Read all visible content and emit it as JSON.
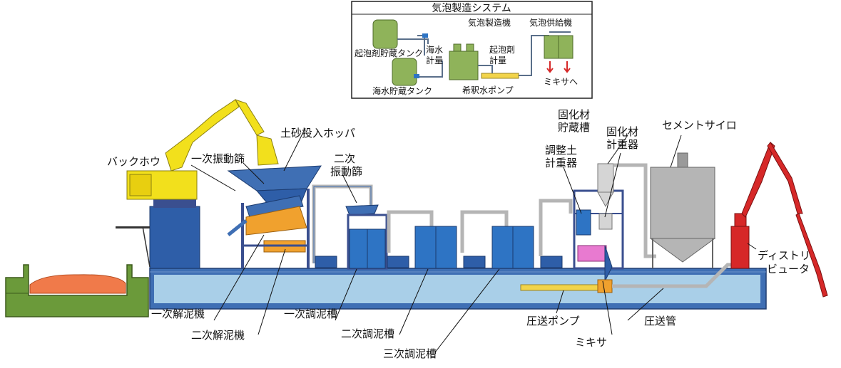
{
  "inset": {
    "title": "気泡製造システム",
    "foam_maker": "気泡製造機",
    "foam_supplier": "気泡供給機",
    "foaming_agent_tank": "起泡剤貯蔵タンク",
    "seawater_metering": [
      "海水",
      "計量"
    ],
    "foaming_agent_metering": [
      "起泡剤",
      "計量"
    ],
    "to_mixer": "ミキサへ",
    "seawater_tank": "海水貯蔵タンク",
    "dilution_pump": "希釈水ポンプ"
  },
  "labels": {
    "backhoe": "バックホウ",
    "primary_screen": "一次振動篩",
    "soil_hopper": "土砂投入ホッパ",
    "secondary_screen": [
      "二次",
      "振動篩"
    ],
    "primary_disaggregator": "一次解泥機",
    "secondary_disaggregator": "二次解泥機",
    "primary_slurry_tank": "一次調泥槽",
    "secondary_slurry_tank": "二次調泥槽",
    "tertiary_slurry_tank": "三次調泥槽",
    "solidifier_storage": [
      "固化材",
      "貯蔵槽"
    ],
    "solidifier_weigher": [
      "固化材",
      "計重器"
    ],
    "soil_weigher": [
      "調整土",
      "計重器"
    ],
    "cement_silo": "セメントサイロ",
    "distributor": [
      "ディストリ",
      "ビュータ"
    ],
    "pressure_pump": "圧送ポンプ",
    "mixer": "ミキサ",
    "pressure_pipe": "圧送管"
  },
  "colors": {
    "hull": "#3f6fb4",
    "water": "#a9cfe8",
    "barge": "#6b9a3a",
    "soil": "#f07a4a",
    "excavator": "#f2e01c",
    "tank_blue": "#2e74c4",
    "frame": "#3a4f8f",
    "orange": "#f0a12e",
    "silo": "#b5b5b5",
    "mixer_pink": "#e87ad0",
    "distributor_red": "#d62828",
    "inset_green": "#8fb35a"
  }
}
